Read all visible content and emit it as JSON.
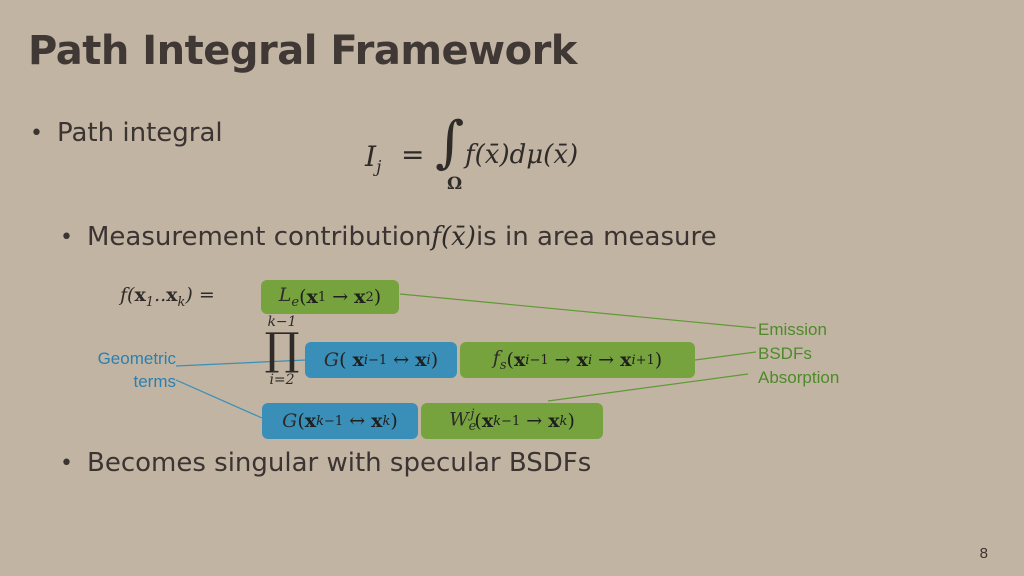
{
  "title": "Path Integral Framework",
  "bullets": {
    "b1": "Path integral",
    "b2_before": "Measurement contribution ",
    "b2_after": " is in area measure",
    "b3": "Becomes singular with specular BSDFs"
  },
  "labels": {
    "emission": "Emission",
    "bsdfs": "BSDFs",
    "absorption": "Absorption",
    "geometric_line1": "Geometric",
    "geometric_line2": "terms"
  },
  "page_number": "8",
  "colors": {
    "background": "#c2b4a3",
    "green_box": "#76a33e",
    "blue_box": "#3a8fb8",
    "green_label": "#4e8a2a",
    "blue_label": "#2b80b0"
  }
}
